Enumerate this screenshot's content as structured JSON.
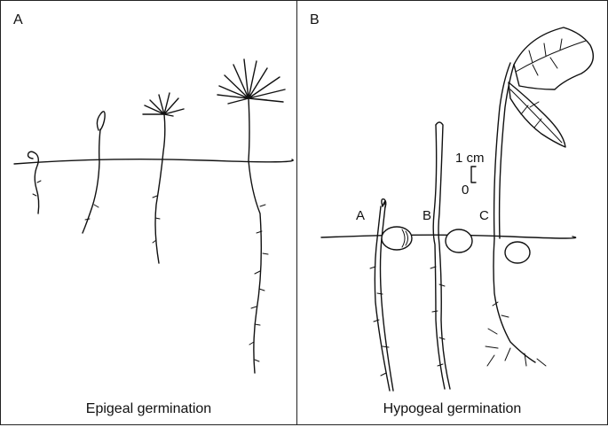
{
  "panels": [
    {
      "letter": "A",
      "caption": "Epigeal germination"
    },
    {
      "letter": "B",
      "caption": "Hypogeal germination",
      "stage_labels": [
        "A",
        "B",
        "C"
      ],
      "scale": {
        "top_label": "1 cm",
        "bottom_label": "0"
      }
    }
  ],
  "colors": {
    "line": "#111111",
    "background": "#ffffff",
    "border": "#222222"
  }
}
